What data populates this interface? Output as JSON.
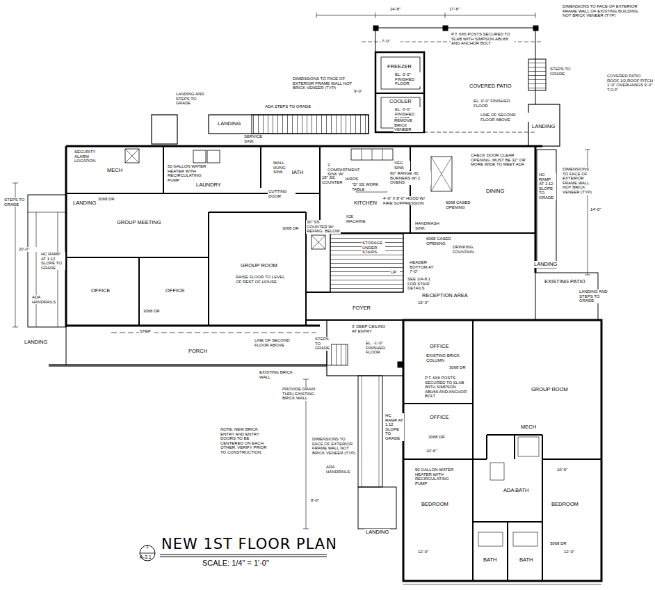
{
  "diagram": {
    "title": "NEW 1ST FLOOR PLAN",
    "nodes": [
      {
        "text": [
          "FREEZER"
        ]
      },
      {
        "text": [
          "COOLER"
        ]
      },
      {
        "text": [
          "COVERED PATIO"
        ]
      },
      {
        "text": [
          "LANDING"
        ]
      },
      {
        "text": [
          "LANDING"
        ]
      },
      {
        "text": [
          "MECH"
        ]
      },
      {
        "text": [
          "LAUNDRY"
        ]
      },
      {
        "text": [
          "ADA BATH"
        ]
      },
      {
        "text": [
          "KITCHEN"
        ]
      },
      {
        "text": [
          "DINING"
        ]
      },
      {
        "text": [
          "LANDING"
        ]
      },
      {
        "text": [
          "GROUP MEETING"
        ]
      },
      {
        "text": [
          "OFFICE"
        ]
      },
      {
        "text": [
          "OFFICE"
        ]
      },
      {
        "text": [
          "GROUP ROOM"
        ]
      },
      {
        "text": [
          "LANDING"
        ]
      },
      {
        "text": [
          "RECEPTION AREA"
        ]
      },
      {
        "text": [
          "FOYER"
        ]
      },
      {
        "text": [
          "EXISTING PATIO"
        ]
      },
      {
        "text": [
          "LANDING"
        ]
      },
      {
        "text": [
          "PORCH"
        ]
      },
      {
        "text": [
          "OFFICE"
        ]
      },
      {
        "text": [
          "GROUP ROOM"
        ]
      },
      {
        "text": [
          "OFFICE"
        ]
      },
      {
        "text": [
          "MECH"
        ]
      },
      {
        "text": [
          "ADA BATH"
        ]
      },
      {
        "text": [
          "BEDROOM"
        ]
      },
      {
        "text": [
          "BEDROOM"
        ]
      },
      {
        "text": [
          "BATH"
        ]
      },
      {
        "text": [
          "BATH"
        ]
      },
      {
        "text": [
          "LANDING"
        ]
      }
    ],
    "labels": [
      "LANDING AND STEPS TO GRADE",
      "ADA STEPS TO GRADE",
      "DIMENSIONS TO FACE OF EXTERIOR FRAME WALL NOT BRICK VENEER (TYP)",
      "EL. 0'-0\" FINISHED FLOOR",
      "EL. 0'-0\" FINISHED FLOOR",
      "REMOVE BRICK VENEER",
      "P.T. 6X6 POSTS SECURED TO SLAB WITH SIMPSON ABU66 AND ANCHOR BOLT",
      "DIMENSIONS TO FACE OF EXTERIOR FRAME WALL OF EXISTING BUILDING, NOT BRICK VENEER (TYP)",
      "COVERED PATIO ROOF 1/2 ROOF PITCH 1'-0\" OVERHANGS 9'-0\" T.O.P.",
      "EL. 0'-0\" FINISHED FLOOR",
      "LINE OF SECOND FLOOR ABOVE",
      "STEPS TO GRADE",
      "SECURITY ALARM LOCATION",
      "SERVICE SINK",
      "50 GALLON WATER HEATER WITH RECIRCULATING PUMP",
      "WALL HUNG SINK",
      "3 COMPARTMENT SINK W/ DRAINBOARDS",
      "18\" SS COUNTER",
      "VEG SINK",
      "60\" RANGE (6) BURNERS W/ 2 OVENS",
      "4'-0\" X 8'-0\" HOOD W/ FIRE SUPPRESSION",
      "\"D\" SS WORK TABLE",
      "CUTTING DOOR",
      "CHECK DOOR CLEAR OPENING. MUST BE 32\" OR MORE WIDE TO MEET ADA",
      "HC RAMP AT 1:12 SLOPE TO GRADE",
      "DIMENSIONS TO FACE OF EXTERIOR FRAME WALL NOT BRICK VENEER (TYP)",
      "30\" SS COUNTER W/ REFRIG. BELOW",
      "HANDWASH SINK",
      "ICE MACHINE",
      "STORAGE UNDER STAIRS",
      "HEADER BOTTOM AT 7'-0\"",
      "DRINKING FOUNTAIN",
      "6068 CASED OPENING",
      "6068 CASED OPENING",
      "RAISE FLOOR TO LEVEL OF REST OF HOUSE",
      "SEE 1/A-8.1 FOR STAIR DETAILS",
      "UP",
      "HC RAMP AT 1:12 SLOPE TO GRADE",
      "ADA HANDRAILS",
      "STEPS TO GRADE",
      "STEP",
      "LINE OF SECOND FLOOR ABOVE",
      "EXISTING BRICK WALL",
      "PROVIDE DRAIN THRU EXISTING BRICK WALL",
      "STEPS TO GRADE",
      "3' DEEP CEILING AT ENTRY",
      "EL. -1'-0\" FINISHED FLOOR",
      "EXISTING BRICK COLUMN",
      "P.T. 6X6 POSTS SECURED TO SLAB WITH SIMPSON ABU66 AND ANCHOR BOLT",
      "HC RAMP AT 1:12 SLOPE TO GRADE",
      "DIMENSIONS TO FACE OF EXTERIOR FRAME WALL NOT BRICK VENEER (TYP)",
      "ADA HANDRAILS",
      "NOTE: NEW BRICK ENTRY AND ENTRY DOORS TO BE CENTERED ON EACH OTHER. VERIFY PRIOR TO CONSTRUCTION.",
      "LANDING AND STEPS TO GRADE",
      "50 GALLON WATER HEATER WITH RECIRCULATING PUMP",
      "SCALE: 1/4\" = 1'-0\"",
      "1",
      "A-3.1",
      "24'-8\"",
      "17'-8\"",
      "7'-0\"",
      "9'-0\"",
      "20'-0\"",
      "14'-0\"",
      "10'-6\"",
      "10'-6\"",
      "12'-0\"",
      "12'-0\"",
      "8'-0\"",
      "19'-3\"",
      "3068 DR",
      "3068 DR",
      "3068 DR",
      "3068 DR",
      "3068 DR",
      "3068 DR"
    ]
  }
}
